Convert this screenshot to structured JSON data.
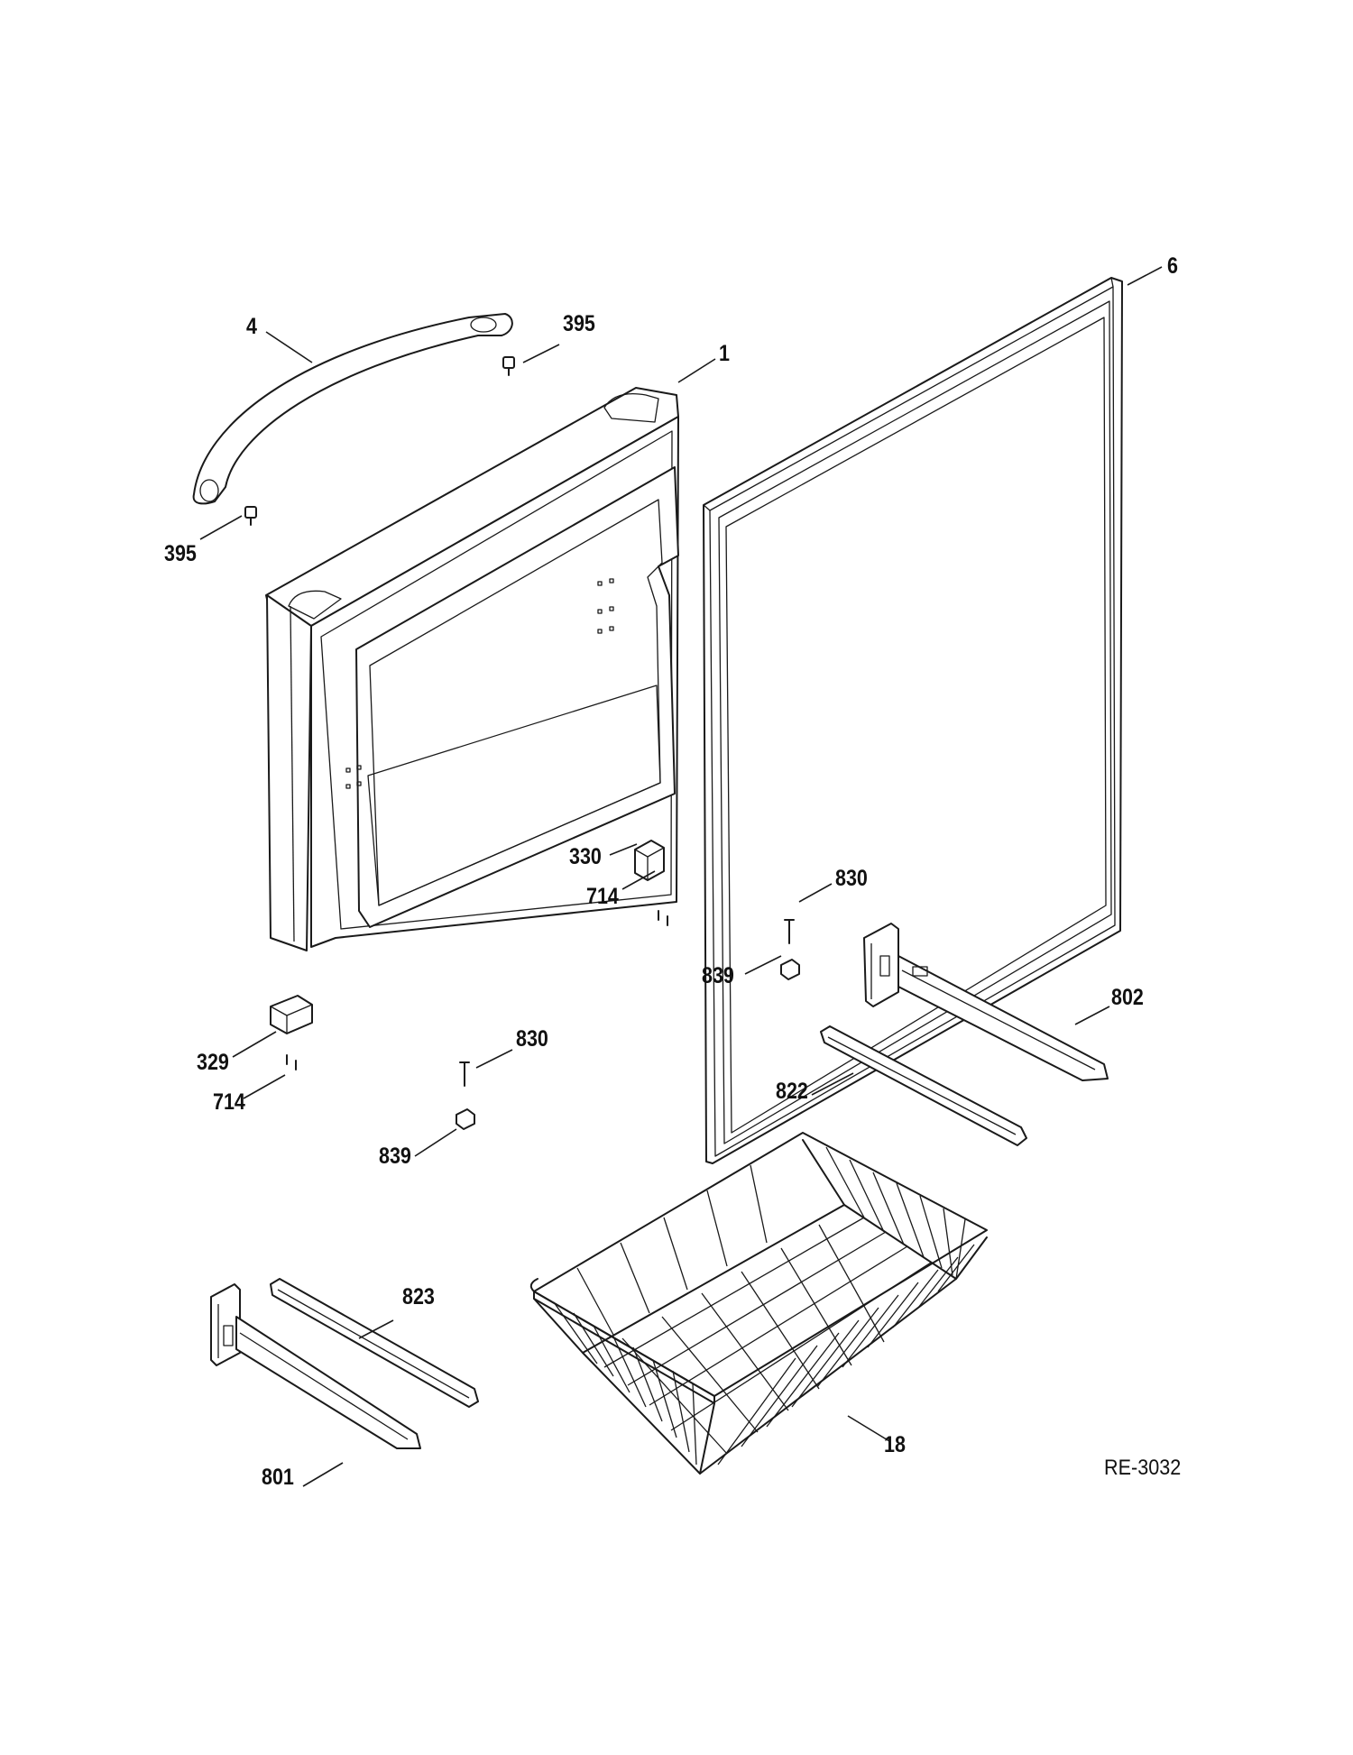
{
  "diagram": {
    "reference_code": "RE-3032",
    "callouts": [
      {
        "id": "c-6",
        "text": "6"
      },
      {
        "id": "c-4",
        "text": "4"
      },
      {
        "id": "c-395a",
        "text": "395"
      },
      {
        "id": "c-1",
        "text": "1"
      },
      {
        "id": "c-395b",
        "text": "395"
      },
      {
        "id": "c-330",
        "text": "330"
      },
      {
        "id": "c-714a",
        "text": "714"
      },
      {
        "id": "c-830a",
        "text": "830"
      },
      {
        "id": "c-839a",
        "text": "839"
      },
      {
        "id": "c-802",
        "text": "802"
      },
      {
        "id": "c-830b",
        "text": "830"
      },
      {
        "id": "c-329",
        "text": "329"
      },
      {
        "id": "c-714b",
        "text": "714"
      },
      {
        "id": "c-822",
        "text": "822"
      },
      {
        "id": "c-839b",
        "text": "839"
      },
      {
        "id": "c-823",
        "text": "823"
      },
      {
        "id": "c-801",
        "text": "801"
      },
      {
        "id": "c-18",
        "text": "18"
      }
    ]
  }
}
